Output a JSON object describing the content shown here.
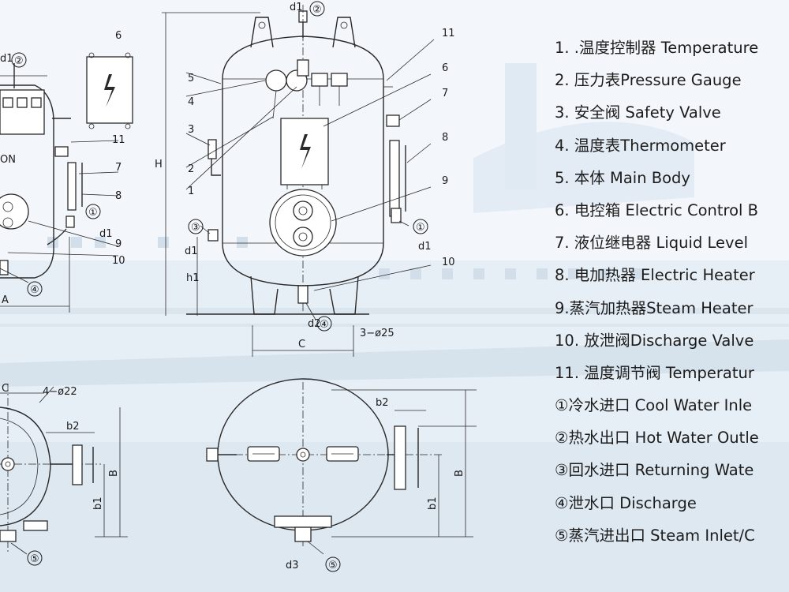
{
  "legend": [
    "1. .温度控制器 Temperature",
    "2. 压力表Pressure Gauge",
    "3. 安全阀 Safety Valve",
    "4. 温度表Thermometer",
    "5. 本体 Main Body",
    "6. 电控箱 Electric Control B",
    "7. 液位继电器 Liquid Level",
    "8. 电加热器 Electric Heater",
    "9.蒸汽加热器Steam Heater",
    "10. 放泄阀Discharge Valve",
    "11. 温度调节阀 Temperatur",
    "①冷水进口 Cool Water Inle",
    "②热水出口 Hot Water Outle",
    "③回水进口 Returning Wate",
    "④泄水口 Discharge",
    "⑤蒸汽进出口 Steam Inlet/C"
  ],
  "front_view": {
    "part_numbers": [
      "11",
      "6",
      "5",
      "4",
      "3",
      "2",
      "1",
      "7",
      "8",
      "9",
      "10"
    ],
    "ports": [
      "②",
      "①",
      "③",
      "④"
    ],
    "dims": {
      "H": "H",
      "h1": "h1",
      "d1_top": "d1",
      "d1_left": "d1",
      "d1_right": "d1",
      "d2": "d2",
      "C": "C",
      "feet": "3−ø25"
    }
  },
  "side_view": {
    "part_numbers": [
      "6",
      "11",
      "7",
      "8",
      "9",
      "10"
    ],
    "ports": [
      "②",
      "①",
      "④"
    ],
    "labels": {
      "d1_top": "d1",
      "d1_mid": "d1",
      "A": "A",
      "ON": "ON"
    }
  },
  "plan_left": {
    "labels": {
      "C": "C",
      "holes": "4−ø22",
      "b2": "b2",
      "B": "B",
      "b1": "b1"
    },
    "ports": [
      "⑤"
    ]
  },
  "plan_right": {
    "labels": {
      "b2": "b2",
      "B": "B",
      "b1": "b1",
      "d3": "d3"
    },
    "ports": [
      "⑤"
    ]
  }
}
